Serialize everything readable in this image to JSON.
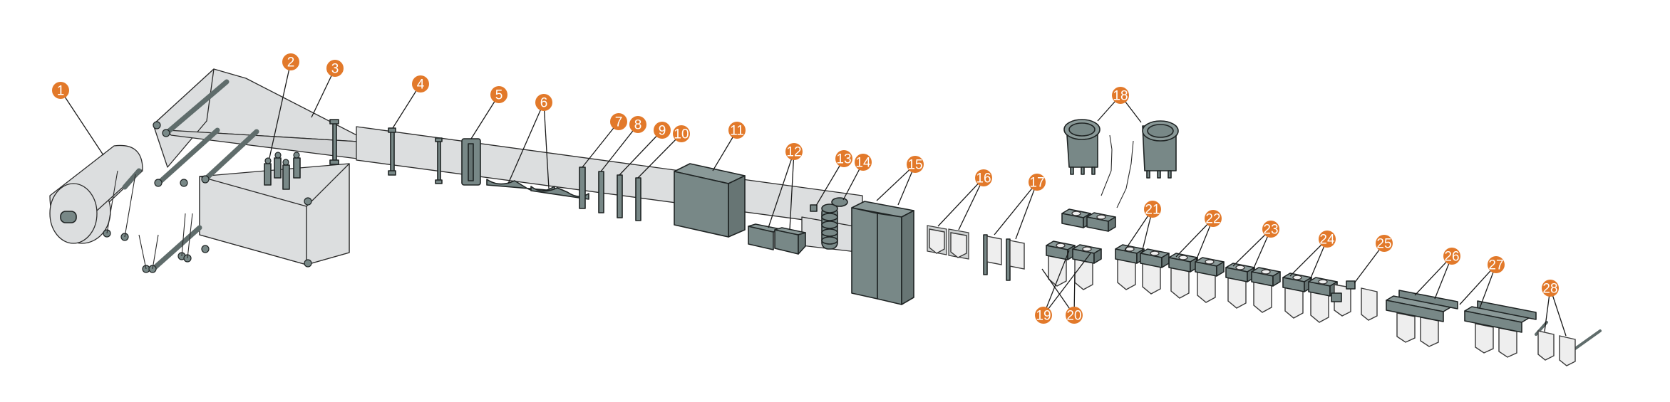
{
  "diagram": {
    "type": "production-line",
    "accent_color": "#e2792a",
    "machine_color": "#788887",
    "web_color": "#dcdedf",
    "callouts": [
      {
        "id": 1,
        "label": "1"
      },
      {
        "id": 2,
        "label": "2"
      },
      {
        "id": 3,
        "label": "3"
      },
      {
        "id": 4,
        "label": "4"
      },
      {
        "id": 5,
        "label": "5"
      },
      {
        "id": 6,
        "label": "6"
      },
      {
        "id": 7,
        "label": "7"
      },
      {
        "id": 8,
        "label": "8"
      },
      {
        "id": 9,
        "label": "9"
      },
      {
        "id": 10,
        "label": "10"
      },
      {
        "id": 11,
        "label": "11"
      },
      {
        "id": 12,
        "label": "12"
      },
      {
        "id": 13,
        "label": "13"
      },
      {
        "id": 14,
        "label": "14"
      },
      {
        "id": 15,
        "label": "15"
      },
      {
        "id": 16,
        "label": "16"
      },
      {
        "id": 17,
        "label": "17"
      },
      {
        "id": 18,
        "label": "18"
      },
      {
        "id": 19,
        "label": "19"
      },
      {
        "id": 20,
        "label": "20"
      },
      {
        "id": 21,
        "label": "21"
      },
      {
        "id": 22,
        "label": "22"
      },
      {
        "id": 23,
        "label": "23"
      },
      {
        "id": 24,
        "label": "24"
      },
      {
        "id": 25,
        "label": "25"
      },
      {
        "id": 26,
        "label": "26"
      },
      {
        "id": 27,
        "label": "27"
      },
      {
        "id": 28,
        "label": "28"
      }
    ]
  }
}
